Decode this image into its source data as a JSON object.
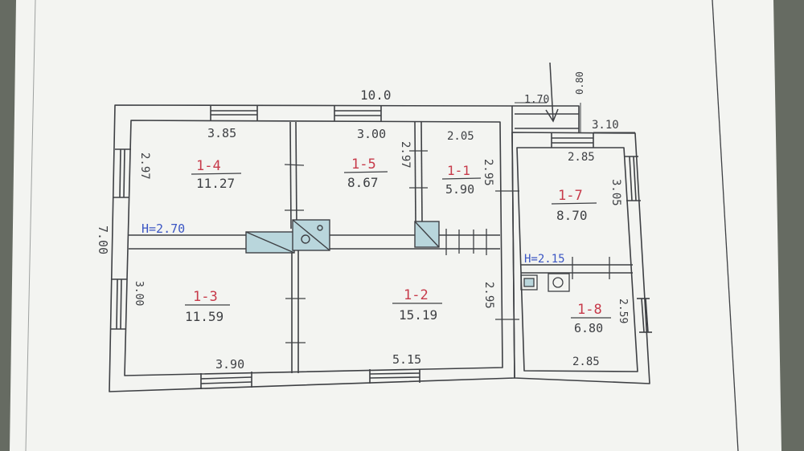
{
  "palette": {
    "paper": "#f3f4f1",
    "ink": "#3e4044",
    "red": "#c73a4a",
    "blue": "#3b56c4",
    "stove": "#b9d6dc",
    "desk": "#666b62"
  },
  "overall": {
    "length": "10.0",
    "width": "7.00"
  },
  "heights": {
    "main": "H=2.70",
    "annex": "H=2.15"
  },
  "rooms": [
    {
      "id": "1-4",
      "area": "11.27"
    },
    {
      "id": "1-5",
      "area": "8.67"
    },
    {
      "id": "1-1",
      "area": "5.90"
    },
    {
      "id": "1-7",
      "area": "8.70"
    },
    {
      "id": "1-3",
      "area": "11.59"
    },
    {
      "id": "1-2",
      "area": "15.19"
    },
    {
      "id": "1-8",
      "area": "6.80"
    }
  ],
  "dimensions": {
    "d385": "3.85",
    "d300": "3.00",
    "d205": "2.05",
    "d297a": "2.97",
    "d297b": "2.97",
    "d295a": "2.95",
    "d305": "3.05",
    "d285a": "2.85",
    "d300b": "3.00",
    "d390": "3.90",
    "d515": "5.15",
    "d295b": "2.95",
    "d259": "2.59",
    "d285b": "2.85",
    "d170": "1.70",
    "d080": "0.80",
    "d310": "3.10"
  }
}
